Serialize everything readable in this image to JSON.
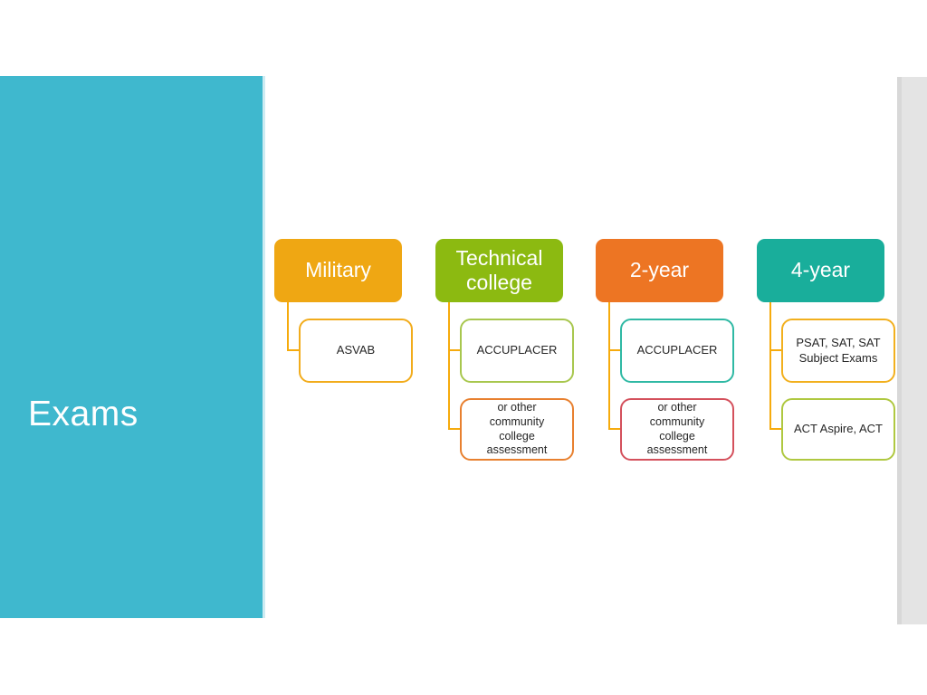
{
  "slide": {
    "title": "Exams",
    "background": "#FFFFFF",
    "panel_color": "#3FB8CE",
    "rail_color": "#E4E4E4"
  },
  "diagram": {
    "connector_color": "#F6AB0D",
    "columns": [
      {
        "label": "Military",
        "fill": "#EFA713",
        "children": [
          {
            "label": "ASVAB",
            "border": "#F2AC1C"
          }
        ]
      },
      {
        "label": "Technical college",
        "fill": "#8CBA11",
        "children": [
          {
            "label": "ACCUPLACER",
            "border": "#A8C74E"
          },
          {
            "label": "or other community college assessment",
            "border": "#E8802F"
          }
        ]
      },
      {
        "label": "2-year",
        "fill": "#ED7523",
        "children": [
          {
            "label": "ACCUPLACER",
            "border": "#2FB9A4"
          },
          {
            "label": "or other community college assessment",
            "border": "#D4505C"
          }
        ]
      },
      {
        "label": "4-year",
        "fill": "#19AE9B",
        "children": [
          {
            "label": "PSAT, SAT, SAT Subject Exams",
            "border": "#F2B01E"
          },
          {
            "label": "ACT Aspire, ACT",
            "border": "#AFC840"
          }
        ]
      }
    ]
  }
}
